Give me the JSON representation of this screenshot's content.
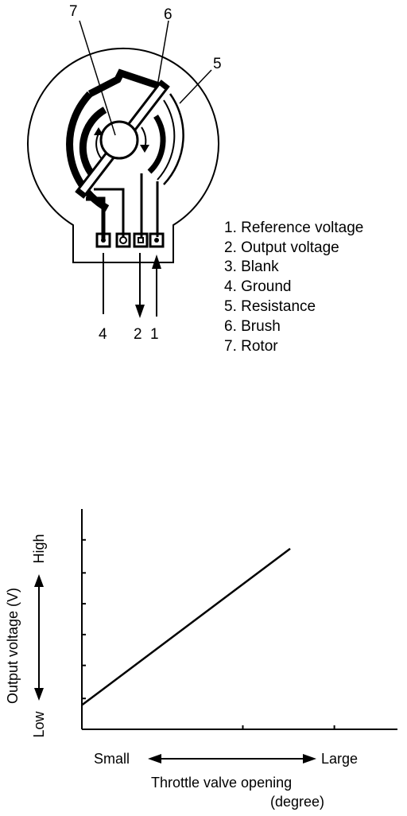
{
  "sensor": {
    "callouts": {
      "rotor": "7",
      "brush": "6",
      "resistance": "5"
    },
    "terminals": {
      "ground": "4",
      "output": "2",
      "reference": "1"
    },
    "legend": [
      "1. Reference voltage",
      "2. Output voltage",
      "3. Blank",
      "4. Ground",
      "5. Resistance",
      "6. Brush",
      "7. Rotor"
    ]
  },
  "chart_data": {
    "type": "line",
    "ylabel": "Output voltage (V)",
    "y_low": "Low",
    "y_high": "High",
    "x_small": "Small",
    "x_large": "Large",
    "xlabel": "Throttle valve opening",
    "xlabel_unit": "(degree)",
    "xlim": [
      0,
      1
    ],
    "ylim": [
      0,
      1
    ],
    "grid": false,
    "series": [
      {
        "x": [
          0,
          0.66
        ],
        "y": [
          0.11,
          0.82
        ]
      }
    ]
  }
}
